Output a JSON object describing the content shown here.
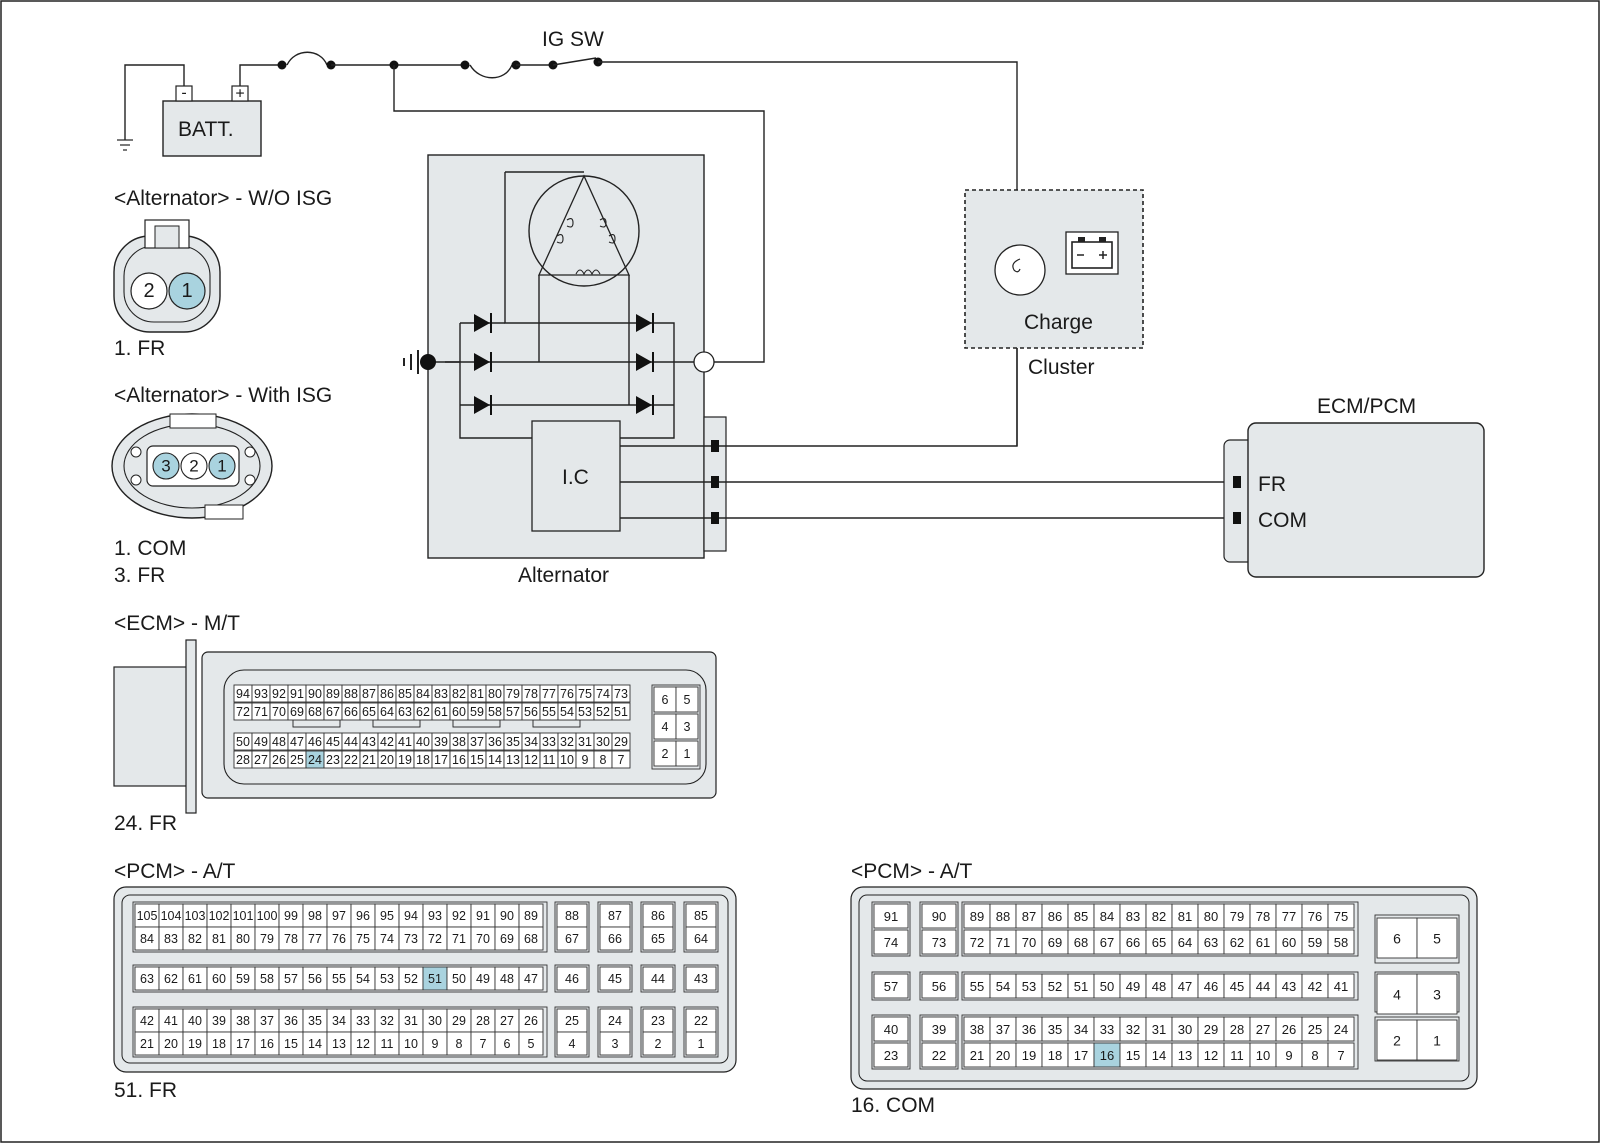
{
  "colors": {
    "component_fill": "#e4e8ea",
    "highlight_pin": "#a9d3df",
    "line": "#222222"
  },
  "labels": {
    "ig_sw": "IG SW",
    "batt": "BATT.",
    "batt_minus": "-",
    "batt_plus": "+",
    "alternator": "Alternator",
    "ic": "I.C",
    "charge": "Charge",
    "cluster": "Cluster",
    "ecm_pcm": "ECM/PCM",
    "ecm_fr": "FR",
    "ecm_com": "COM"
  },
  "connectors": {
    "alt_wo_isg": {
      "title": "<Alternator> - W/O ISG",
      "pins": [
        "2",
        "1"
      ],
      "notes": [
        "1. FR"
      ]
    },
    "alt_with_isg": {
      "title": "<Alternator> - With ISG",
      "pins": [
        "3",
        "2",
        "1"
      ],
      "notes": [
        "1. COM",
        "3. FR"
      ]
    },
    "ecm_mt": {
      "title": "<ECM> - M/T",
      "rows": [
        [
          "94",
          "93",
          "92",
          "91",
          "90",
          "89",
          "88",
          "87",
          "86",
          "85",
          "84",
          "83",
          "82",
          "81",
          "80",
          "79",
          "78",
          "77",
          "76",
          "75",
          "74",
          "73"
        ],
        [
          "72",
          "71",
          "70",
          "69",
          "68",
          "67",
          "66",
          "65",
          "64",
          "63",
          "62",
          "61",
          "60",
          "59",
          "58",
          "57",
          "56",
          "55",
          "54",
          "53",
          "52",
          "51"
        ],
        [
          "50",
          "49",
          "48",
          "47",
          "46",
          "45",
          "44",
          "43",
          "42",
          "41",
          "40",
          "39",
          "38",
          "37",
          "36",
          "35",
          "34",
          "33",
          "32",
          "31",
          "30",
          "29"
        ],
        [
          "28",
          "27",
          "26",
          "25",
          "24",
          "23",
          "22",
          "21",
          "20",
          "19",
          "18",
          "17",
          "16",
          "15",
          "14",
          "13",
          "12",
          "11",
          "10",
          "9",
          "8",
          "7"
        ]
      ],
      "side_rows": [
        [
          "6",
          "5"
        ],
        [
          "4",
          "3"
        ],
        [
          "2",
          "1"
        ]
      ],
      "highlight": [
        "24"
      ],
      "note": "24. FR"
    },
    "pcm_at_1": {
      "title": "<PCM> - A/T",
      "main_rows": [
        [
          "105",
          "104",
          "103",
          "102",
          "101",
          "100",
          "99",
          "98",
          "97",
          "96",
          "95",
          "94",
          "93",
          "92",
          "91",
          "90",
          "89"
        ],
        [
          "84",
          "83",
          "82",
          "81",
          "80",
          "79",
          "78",
          "77",
          "76",
          "75",
          "74",
          "73",
          "72",
          "71",
          "70",
          "69",
          "68"
        ],
        [
          "63",
          "62",
          "61",
          "60",
          "59",
          "58",
          "57",
          "56",
          "55",
          "54",
          "53",
          "52",
          "51",
          "50",
          "49",
          "48",
          "47"
        ],
        [
          "42",
          "41",
          "40",
          "39",
          "38",
          "37",
          "36",
          "35",
          "34",
          "33",
          "32",
          "31",
          "30",
          "29",
          "28",
          "27",
          "26"
        ],
        [
          "21",
          "20",
          "19",
          "18",
          "17",
          "16",
          "15",
          "14",
          "13",
          "12",
          "11",
          "10",
          "9",
          "8",
          "7",
          "6",
          "5"
        ]
      ],
      "side_cols": [
        [
          "88",
          "67",
          "46",
          "25",
          "4"
        ],
        [
          "87",
          "66",
          "45",
          "24",
          "3"
        ],
        [
          "86",
          "65",
          "44",
          "23",
          "2"
        ],
        [
          "85",
          "64",
          "43",
          "22",
          "1"
        ]
      ],
      "highlight": [
        "51"
      ],
      "note": "51. FR"
    },
    "pcm_at_2": {
      "title": "<PCM> - A/T",
      "left_cols": [
        [
          "91",
          "74",
          "57",
          "40",
          "23"
        ],
        [
          "90",
          "73",
          "56",
          "39",
          "22"
        ]
      ],
      "main_rows": [
        [
          "89",
          "88",
          "87",
          "86",
          "85",
          "84",
          "83",
          "82",
          "81",
          "80",
          "79",
          "78",
          "77",
          "76",
          "75"
        ],
        [
          "72",
          "71",
          "70",
          "69",
          "68",
          "67",
          "66",
          "65",
          "64",
          "63",
          "62",
          "61",
          "60",
          "59",
          "58"
        ],
        [
          "55",
          "54",
          "53",
          "52",
          "51",
          "50",
          "49",
          "48",
          "47",
          "46",
          "45",
          "44",
          "43",
          "42",
          "41"
        ],
        [
          "38",
          "37",
          "36",
          "35",
          "34",
          "33",
          "32",
          "31",
          "30",
          "29",
          "28",
          "27",
          "26",
          "25",
          "24"
        ],
        [
          "21",
          "20",
          "19",
          "18",
          "17",
          "16",
          "15",
          "14",
          "13",
          "12",
          "11",
          "10",
          "9",
          "8",
          "7"
        ]
      ],
      "side_rows": [
        [
          "6",
          "5"
        ],
        [
          "4",
          "3"
        ],
        [
          "2",
          "1"
        ]
      ],
      "highlight": [
        "16"
      ],
      "note": "16. COM"
    }
  }
}
